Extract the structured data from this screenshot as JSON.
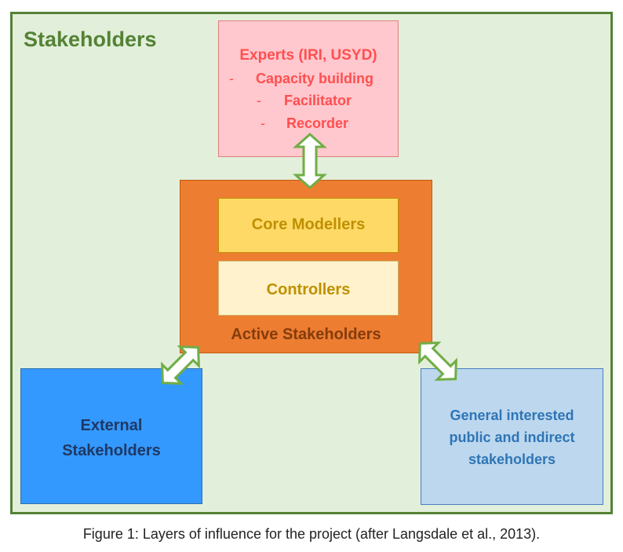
{
  "diagram": {
    "title": "Stakeholders",
    "experts": {
      "heading": "Experts  (IRI, USYD)",
      "items": [
        "Capacity building",
        "Facilitator",
        "Recorder"
      ],
      "bullet": "-"
    },
    "core_modellers": "Core Modellers",
    "controllers": "Controllers",
    "active_stakeholders": "Active Stakeholders",
    "external": [
      "External",
      "Stakeholders"
    ],
    "general": [
      "General interested",
      "public and indirect",
      "stakeholders"
    ]
  },
  "caption": {
    "label": "Figure 1:",
    "text": " Layers of influence for the project (after Langsdale et al., 2013)."
  },
  "colors": {
    "frame_border": "#548235",
    "frame_fill": "#e2efda",
    "experts_fill": "#ffc7ce",
    "experts_text": "#ff4f4f",
    "active_fill": "#ed7d31",
    "core_fill": "#ffd966",
    "controllers_fill": "#fff2cc",
    "external_fill": "#3399ff",
    "general_fill": "#bdd7ee",
    "arrow_fill": "#ffffff",
    "arrow_stroke": "#70ad47"
  }
}
